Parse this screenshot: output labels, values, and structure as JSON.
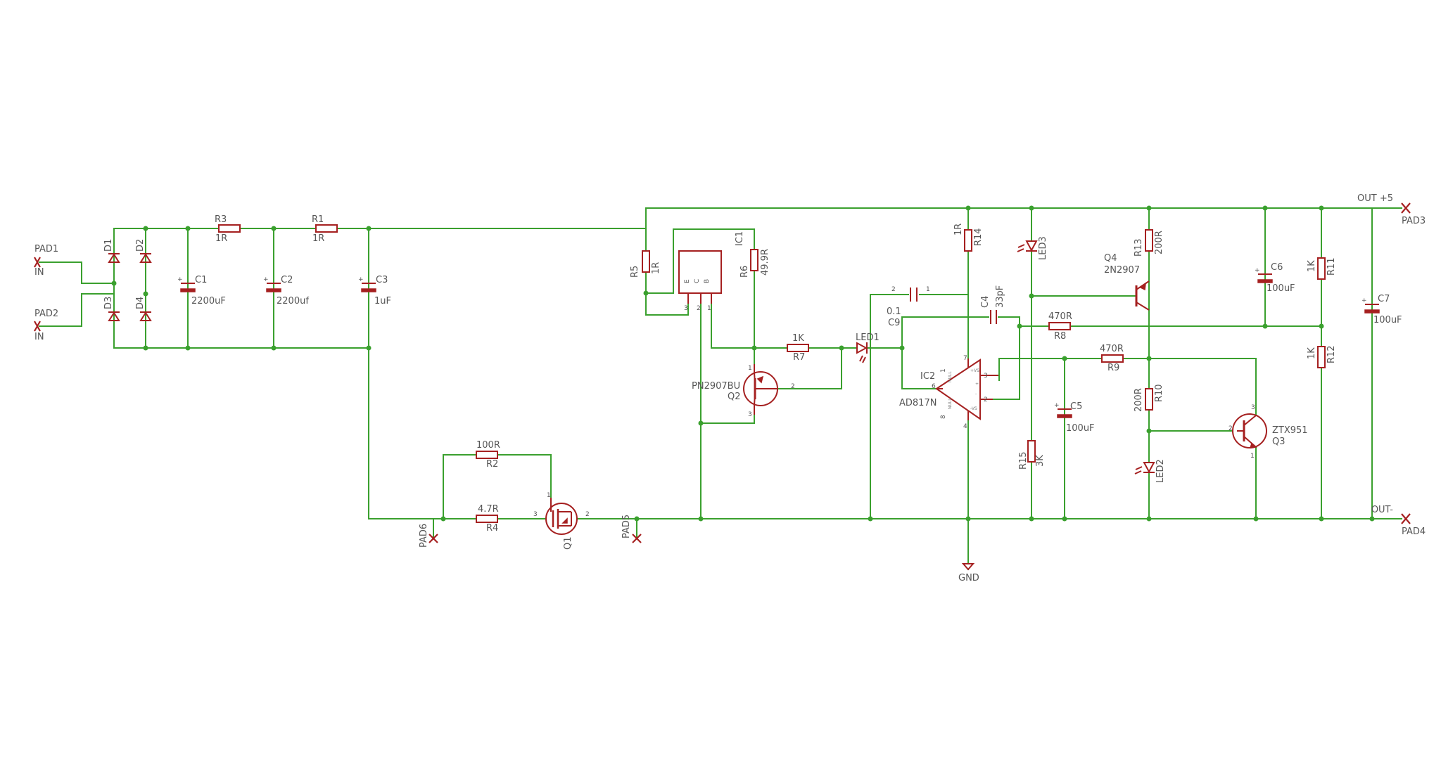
{
  "diagram": {
    "type": "schematic",
    "pads": {
      "pad1": {
        "name": "PAD1",
        "net": "IN"
      },
      "pad2": {
        "name": "PAD2",
        "net": "IN"
      },
      "pad3": {
        "name": "PAD3",
        "net": "OUT +5"
      },
      "pad4": {
        "name": "PAD4",
        "net": "OUT-"
      },
      "pad5": {
        "name": "PAD5"
      },
      "pad6": {
        "name": "PAD6"
      }
    },
    "diodes": {
      "d1": "D1",
      "d2": "D2",
      "d3": "D3",
      "d4": "D4"
    },
    "capacitors": {
      "c1": {
        "name": "C1",
        "value": "2200uF"
      },
      "c2": {
        "name": "C2",
        "value": "2200uf"
      },
      "c3": {
        "name": "C3",
        "value": "1uF"
      },
      "c4": {
        "name": "C4",
        "value": "33pF"
      },
      "c5": {
        "name": "C5",
        "value": "100uF"
      },
      "c6": {
        "name": "C6",
        "value": "100uF"
      },
      "c7": {
        "name": "C7",
        "value": "100uF"
      },
      "c9": {
        "name": "C9",
        "value": "0.1"
      }
    },
    "resistors": {
      "r1": {
        "name": "R1",
        "value": "1R"
      },
      "r2": {
        "name": "R2",
        "value": "100R"
      },
      "r3": {
        "name": "R3",
        "value": "1R"
      },
      "r4": {
        "name": "R4",
        "value": "4.7R"
      },
      "r5": {
        "name": "R5",
        "value": "1R"
      },
      "r6": {
        "name": "R6",
        "value": "49.9R"
      },
      "r7": {
        "name": "R7",
        "value": "1K"
      },
      "r8": {
        "name": "R8",
        "value": "470R"
      },
      "r9": {
        "name": "R9",
        "value": "470R"
      },
      "r10": {
        "name": "R10",
        "value": "200R"
      },
      "r11": {
        "name": "R11",
        "value": "1K"
      },
      "r12": {
        "name": "R12",
        "value": "1K"
      },
      "r13": {
        "name": "R13",
        "value": "200R"
      },
      "r14": {
        "name": "R14",
        "value": "1R"
      },
      "r15": {
        "name": "R15",
        "value": "3K"
      }
    },
    "transistors": {
      "q1": {
        "name": "Q1"
      },
      "q2": {
        "name": "Q2",
        "value": "PN2907BU"
      },
      "q3": {
        "name": "Q3",
        "value": "ZTX951"
      },
      "q4": {
        "name": "Q4",
        "value": "2N2907"
      }
    },
    "ic1": {
      "name": "IC1",
      "pins": {
        "e": "E",
        "c": "C",
        "b": "B"
      }
    },
    "ic2": {
      "name": "IC2",
      "value": "AD817N",
      "pin_names": {
        "vsp": "+VS",
        "vsm": "-VS",
        "null1": "NULL",
        "null8": "NULL",
        "inp": "+",
        "inm": "-"
      }
    },
    "leds": {
      "led1": "LED1",
      "led2": "LED2",
      "led3": "LED3"
    },
    "gnd": "GND",
    "pin_numbers": {
      "p1": "1",
      "p2": "2",
      "p3": "3",
      "p4": "4",
      "p6": "6",
      "p7": "7",
      "p8": "8",
      "plus": "+"
    }
  }
}
